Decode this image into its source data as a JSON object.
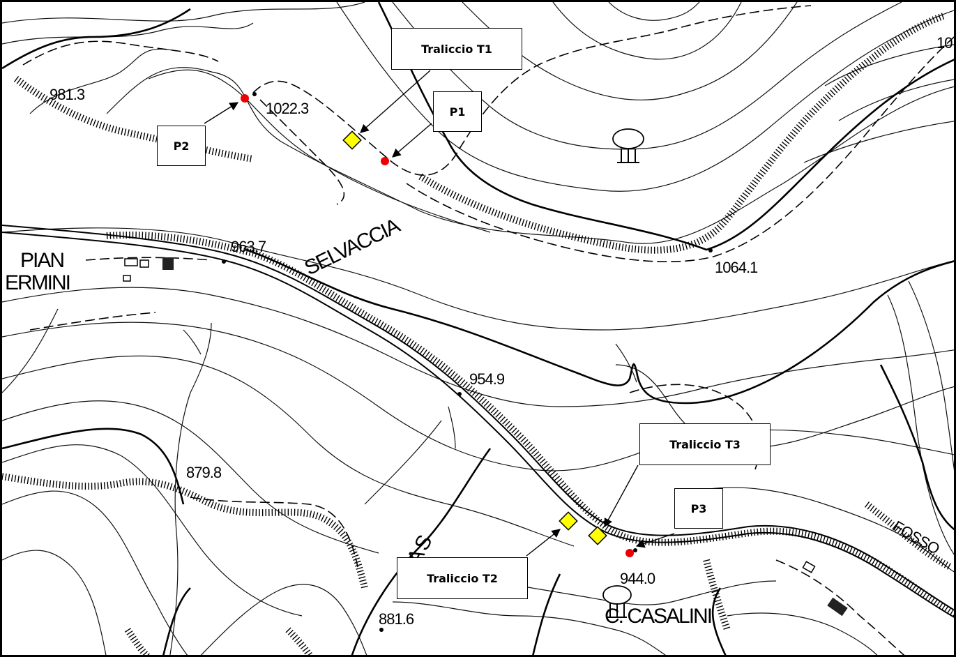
{
  "callouts": {
    "t1": "Traliccio T1",
    "t2": "Traliccio T2",
    "t3": "Traliccio T3",
    "p1": "P1",
    "p2": "P2",
    "p3": "P3"
  },
  "spot_heights": {
    "h1": "981.3",
    "h2": "1022.3",
    "h3": "963.7",
    "h4": "1064.1",
    "h5": "954.9",
    "h6": "879.8",
    "h7": "944.0",
    "h8": "881.6",
    "h9": "10"
  },
  "place_names": {
    "pian": "PIAN",
    "termini": "ERMINI",
    "selvaccia": "SELVACCIA",
    "casalini": "C. CASALINI",
    "cas": "C A S",
    "fosso": "FOSSO"
  },
  "symbol_colors": {
    "pylon": "#ffff00",
    "point": "#ee0000"
  }
}
